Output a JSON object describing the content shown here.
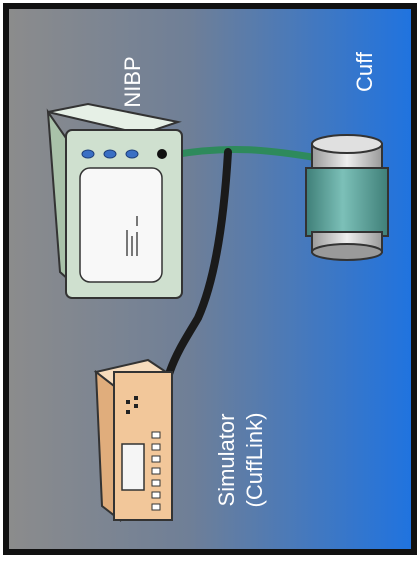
{
  "labels": {
    "nibp": "NIBP",
    "cuff": "Cuff",
    "simulator_line1": "Simulator",
    "simulator_line2": "(CuffLink)"
  },
  "icons": {
    "nibp": "nibp-monitor-icon",
    "cuff": "blood-pressure-cuff-icon",
    "simulator": "cufflink-simulator-icon"
  },
  "colors": {
    "background_left": "#8c8c8c",
    "background_right": "#1f73e0",
    "monitor_body": "#cfe0cf",
    "monitor_screen": "#f8f8f8",
    "monitor_buttons": "#3a6fc4",
    "cuff_body": "#5fa39c",
    "cuff_caps": "#d9d9d9",
    "hose_cuff": "#2e8a5c",
    "hose_simulator": "#1a1a1a",
    "simulator_body": "#f2c79a",
    "label_text": "#ffffff"
  }
}
